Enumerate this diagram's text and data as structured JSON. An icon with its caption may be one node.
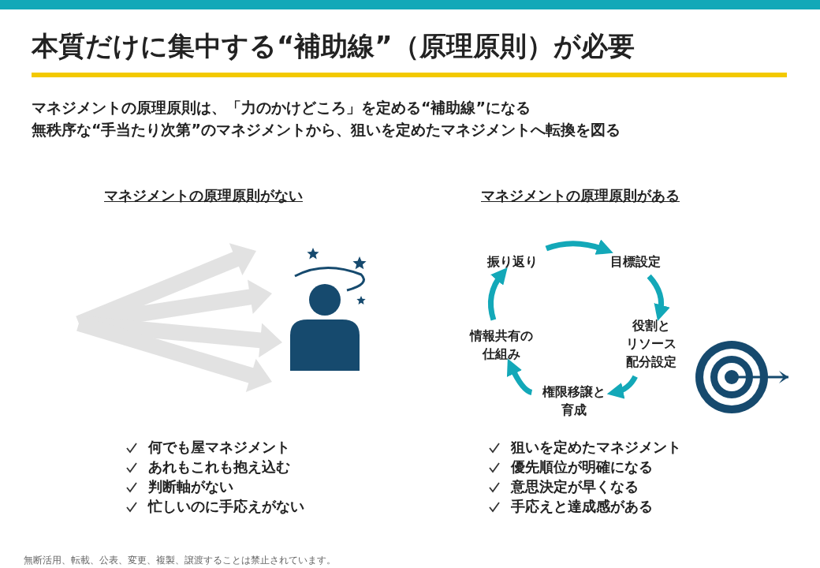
{
  "diagram": {
    "title": "本質だけに集中する“補助線”（原理原則）が必要",
    "nodes": [
      {
        "text": [
          "振り返り"
        ]
      },
      {
        "text": [
          "目標設定"
        ]
      },
      {
        "text": [
          "役割とリソース配分設定"
        ]
      },
      {
        "text": [
          "権限移譲と育成"
        ]
      },
      {
        "text": [
          "情報共有の仕組み"
        ]
      }
    ],
    "edges": [
      {
        "from": 0,
        "to": 1,
        "arrow": "to"
      },
      {
        "from": 1,
        "to": 2,
        "arrow": "to"
      },
      {
        "from": 2,
        "to": 3,
        "arrow": "to"
      },
      {
        "from": 3,
        "to": 4,
        "arrow": "to"
      },
      {
        "from": 4,
        "to": 0,
        "arrow": "to"
      }
    ],
    "labels": [
      "マネジメントの原理原則は、「力のかけどころ」を定める“補助線”になる",
      "無秩序な“手当たり次第”のマネジメントから、狙いを定めたマネジメントへ転換を図る",
      "マネジメントの原理原則がない",
      "マネジメントの原理原則がある",
      "何でも屋マネジメント",
      "あれもこれも抱え込む",
      "判断軸がない",
      "忙しいのに手応えがない",
      "狙いを定めたマネジメント",
      "優先順位が明確になる",
      "意思決定が早くなる",
      "手応えと達成感がある",
      "無断活用、転載、公表、変更、複製、譲渡することは禁止されています。"
    ]
  }
}
